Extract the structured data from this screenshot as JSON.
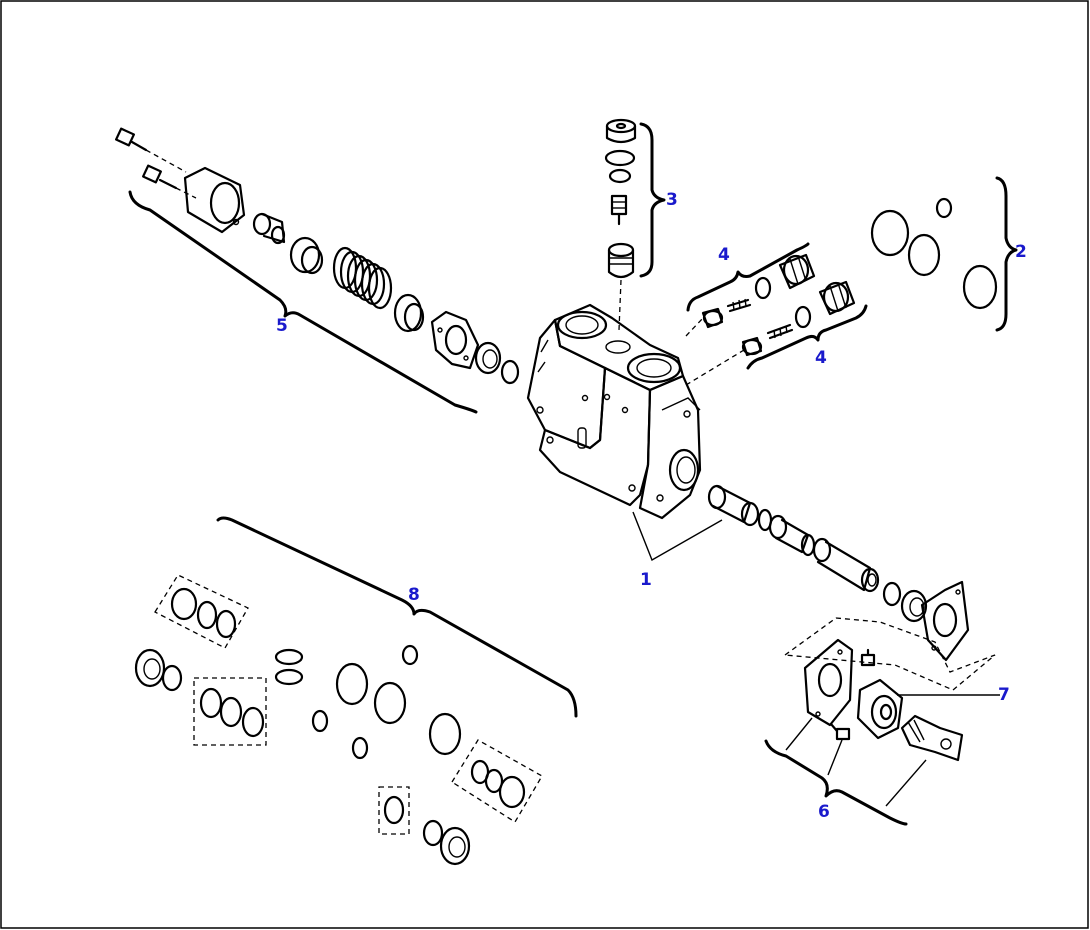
{
  "diagram": {
    "callouts": [
      {
        "id": "1",
        "label": "1"
      },
      {
        "id": "2",
        "label": "2"
      },
      {
        "id": "3",
        "label": "3"
      },
      {
        "id": "4a",
        "label": "4"
      },
      {
        "id": "4b",
        "label": "4"
      },
      {
        "id": "5",
        "label": "5"
      },
      {
        "id": "6",
        "label": "6"
      },
      {
        "id": "7",
        "label": "7"
      },
      {
        "id": "8",
        "label": "8"
      }
    ],
    "colors": {
      "callout": "#1a1acc",
      "line": "#000000",
      "background": "#ffffff"
    }
  }
}
